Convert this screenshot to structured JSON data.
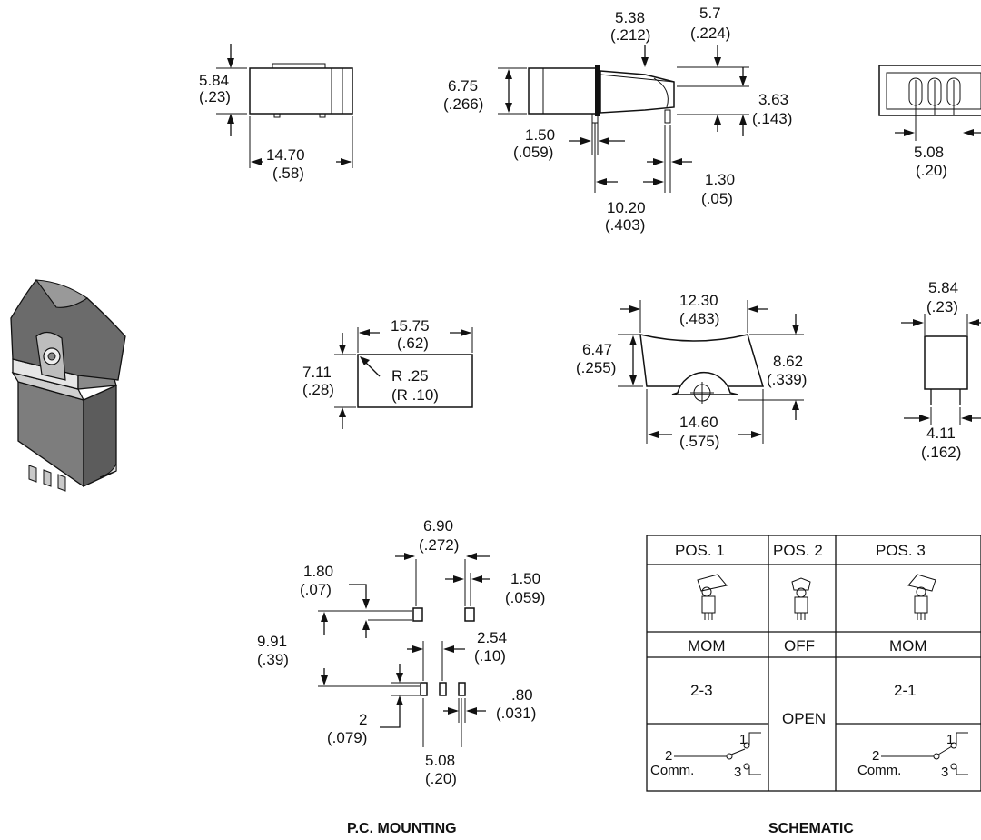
{
  "top_view": {
    "height": [
      "5.84",
      "(.23)"
    ],
    "length": [
      "14.70",
      "(.58)"
    ]
  },
  "side_view": {
    "top_a": [
      "5.38",
      "(.212)"
    ],
    "top_b": [
      "5.7",
      "(.224)"
    ],
    "height": [
      "6.75",
      "(.266)"
    ],
    "right": [
      "3.63",
      "(.143)"
    ],
    "left_small": [
      "1.50",
      "(.059)"
    ],
    "pin": [
      "1.30",
      "(.05)"
    ],
    "bottom": [
      "10.20",
      "(.403)"
    ]
  },
  "end_view_top": {
    "pitch": [
      "5.08",
      "(.20)"
    ]
  },
  "panel_cutout": {
    "width": [
      "15.75",
      "(.62)"
    ],
    "height": [
      "7.11",
      "(.28)"
    ],
    "radius": [
      "R .25",
      "(R .10)"
    ]
  },
  "actuator_view": {
    "top": [
      "12.30",
      "(.483)"
    ],
    "left": [
      "6.47",
      "(.255)"
    ],
    "right": [
      "8.62",
      "(.339)"
    ],
    "bottom": [
      "14.60",
      "(.575)"
    ]
  },
  "end_view_mid": {
    "width": [
      "5.84",
      "(.23)"
    ],
    "pins": [
      "4.11",
      "(.162)"
    ]
  },
  "pc_mounting": {
    "caption": "P.C. MOUNTING",
    "d_690": [
      "6.90",
      "(.272)"
    ],
    "d_180": [
      "1.80",
      "(.07)"
    ],
    "d_150": [
      "1.50",
      "(.059)"
    ],
    "d_991": [
      "9.91",
      "(.39)"
    ],
    "d_254": [
      "2.54",
      "(.10)"
    ],
    "d_080": [
      ".80",
      "(.031)"
    ],
    "d_2": [
      "2",
      "(.079)"
    ],
    "d_508": [
      "5.08",
      "(.20)"
    ]
  },
  "schematic": {
    "caption": "SCHEMATIC",
    "headers": [
      "POS. 1",
      "POS. 2",
      "POS. 3"
    ],
    "modes": [
      "MOM",
      "OFF",
      "MOM"
    ],
    "contacts": [
      "2-3",
      "OPEN",
      "2-1"
    ],
    "pin_1": "1",
    "pin_2": "2",
    "pin_3": "3",
    "comm": "Comm."
  }
}
